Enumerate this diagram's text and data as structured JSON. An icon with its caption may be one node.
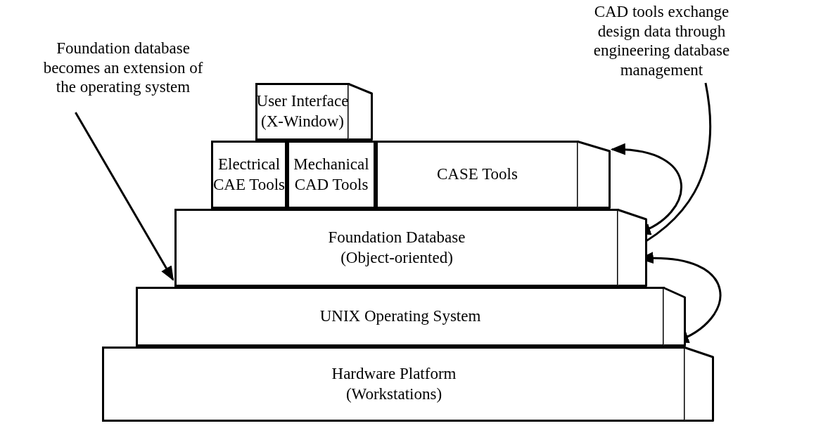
{
  "diagram": {
    "nodes": [
      {
        "text": [
          "Foundation database becomes an extension of the operating system"
        ]
      },
      {
        "text": [
          "CAD tools exchange design data through engineering database management"
        ]
      },
      {
        "text": [
          "User Interface",
          "(X-Window)"
        ]
      },
      {
        "text": [
          "Electrical CAE Tools"
        ]
      },
      {
        "text": [
          "Mechanical CAD Tools"
        ]
      },
      {
        "text": [
          "CASE Tools"
        ]
      },
      {
        "text": [
          "Foundation Database",
          "(Object-oriented)"
        ]
      },
      {
        "text": [
          "UNIX Operating System"
        ]
      },
      {
        "text": [
          "Hardware Platform",
          "(Workstations)"
        ]
      }
    ],
    "edges": [
      {
        "from": 0,
        "to": 6,
        "arrow": "to"
      },
      {
        "from": 1,
        "to": 6,
        "arrow": "to"
      },
      {
        "from": 5,
        "to": 6,
        "arrow": "both"
      },
      {
        "from": 6,
        "to": 7,
        "arrow": "both"
      }
    ]
  }
}
